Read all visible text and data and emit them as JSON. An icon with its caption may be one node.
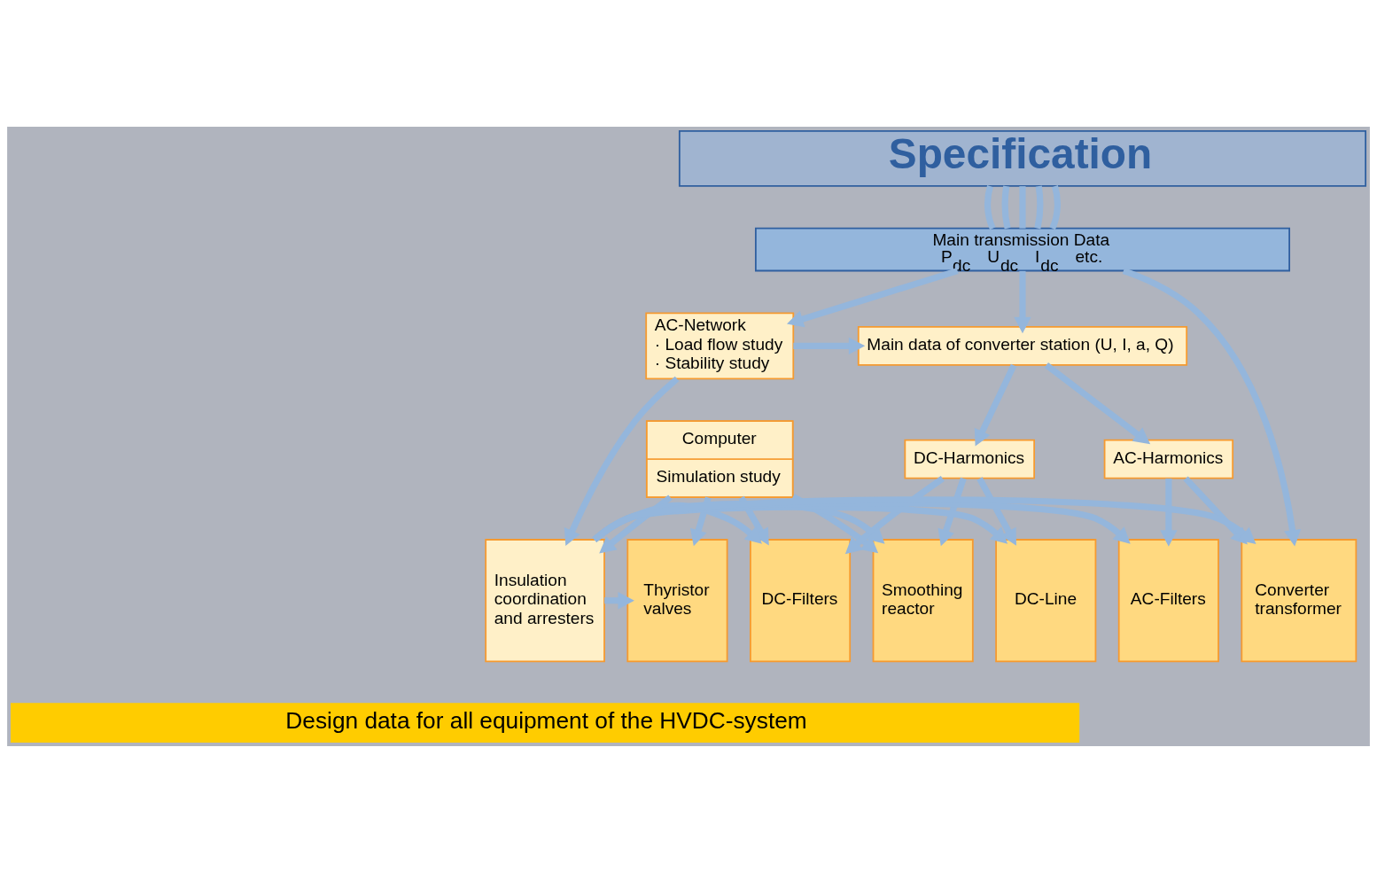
{
  "diagram": {
    "nodes": [
      {
        "text": [
          "Specification"
        ]
      },
      {
        "text": [
          "Main transmission Data",
          "P$_{dc}$ U$_{dc}$ I$_{dc}$ etc."
        ]
      },
      {
        "text": [
          "AC-Network",
          "· Load flow study",
          "· Stability study"
        ]
      },
      {
        "text": [
          "Main data of converter station (U, I, a, Q)"
        ]
      },
      {
        "text": [
          "Computer",
          "Simulation study"
        ]
      },
      {
        "text": [
          "DC-Harmonics"
        ]
      },
      {
        "text": [
          "AC-Harmonics"
        ]
      },
      {
        "text": [
          "Insulation coordination and arresters"
        ]
      },
      {
        "text": [
          "Thyristor valves"
        ]
      },
      {
        "text": [
          "Smoothing reactor"
        ]
      },
      {
        "text": [
          "DC-Filters"
        ]
      },
      {
        "text": [
          "DC-Line"
        ]
      },
      {
        "text": [
          "AC-Filters"
        ]
      },
      {
        "text": [
          "Converter transformer"
        ]
      },
      {
        "text": [
          "Design data for all equipment of the HVDC-system"
        ]
      }
    ],
    "edges": [
      {
        "from": 0,
        "to": 1,
        "arrow": "none"
      },
      {
        "from": 0,
        "to": 1,
        "arrow": "none"
      },
      {
        "from": 0,
        "to": 1,
        "arrow": "none"
      },
      {
        "from": 0,
        "to": 1,
        "arrow": "none"
      },
      {
        "from": 0,
        "to": 1,
        "arrow": "none"
      },
      {
        "from": 1,
        "to": 2,
        "arrow": "to"
      },
      {
        "from": 1,
        "to": 3,
        "arrow": "to"
      },
      {
        "from": 1,
        "to": 13,
        "arrow": "to"
      },
      {
        "from": 2,
        "to": 3,
        "arrow": "to"
      },
      {
        "from": 2,
        "to": 7,
        "arrow": "to"
      },
      {
        "from": 3,
        "to": 5,
        "arrow": "to"
      },
      {
        "from": 3,
        "to": 6,
        "arrow": "to"
      },
      {
        "from": 4,
        "to": 7,
        "arrow": "to"
      },
      {
        "from": 4,
        "to": 8,
        "arrow": "to"
      },
      {
        "from": 4,
        "to": 9,
        "arrow": "to"
      },
      {
        "from": 4,
        "to": 10,
        "arrow": "to"
      },
      {
        "from": 5,
        "to": 9,
        "arrow": "to"
      },
      {
        "from": 5,
        "to": 10,
        "arrow": "to"
      },
      {
        "from": 5,
        "to": 11,
        "arrow": "to"
      },
      {
        "from": 6,
        "to": 12,
        "arrow": "to"
      },
      {
        "from": 6,
        "to": 13,
        "arrow": "to"
      },
      {
        "from": 7,
        "to": 8,
        "arrow": "to"
      },
      {
        "from": 7,
        "to": 9,
        "arrow": "to"
      },
      {
        "from": 7,
        "to": 10,
        "arrow": "to"
      },
      {
        "from": 7,
        "to": 11,
        "arrow": "to"
      },
      {
        "from": 7,
        "to": 12,
        "arrow": "to"
      },
      {
        "from": 7,
        "to": 13,
        "arrow": "to"
      }
    ]
  }
}
